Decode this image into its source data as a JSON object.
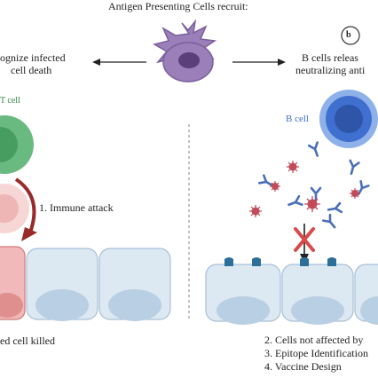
{
  "header": {
    "title": "Antigen Presenting Cells recruit:"
  },
  "left_panel": {
    "caption_line1": "ognize infected",
    "caption_line2": "cell death",
    "tcell_label": "T cell",
    "attack_label": "1. Immune attack",
    "result_label": "ed cell killed"
  },
  "right_panel": {
    "badge": "b",
    "caption_line1": "B cells releas",
    "caption_line2": "neutralizing anti",
    "bcell_label": "B cell",
    "steps": [
      "2. Cells not affected by",
      "3. Epitope Identification",
      "4. Vaccine Design"
    ]
  },
  "colors": {
    "apc": "#9a7fb8",
    "apc_nucleus": "#5a3f7a",
    "tcell": "#4fae6a",
    "bcell": "#3f6fcf",
    "antibody": "#4a6fb8",
    "virus": "#c24b5a",
    "healthy_cell": "#dce8f2",
    "infected_cell": "#f1b9b9",
    "receptor": "#2e6f9a",
    "attack_arrow": "#9a2a2a",
    "block_x": "#d94a4a"
  }
}
